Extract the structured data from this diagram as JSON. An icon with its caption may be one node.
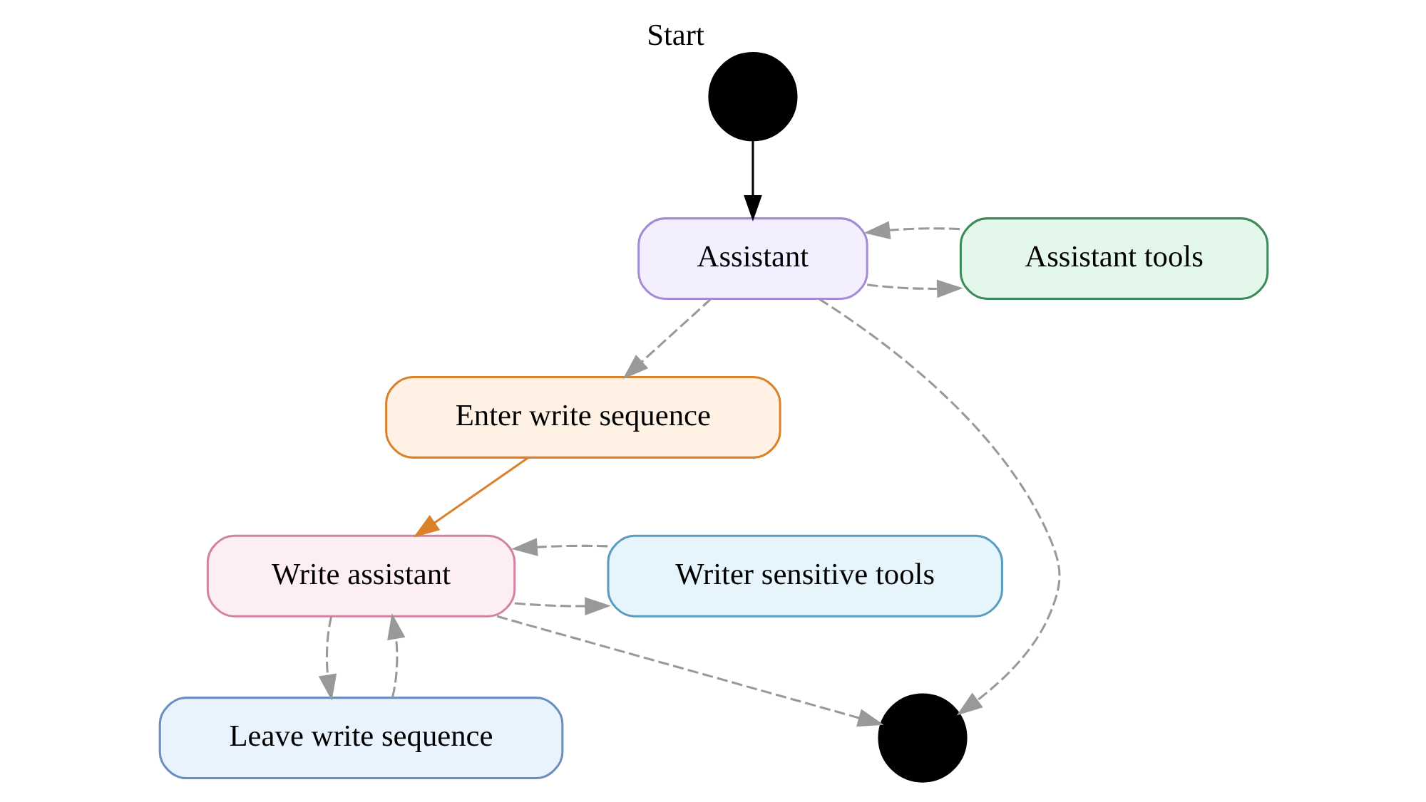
{
  "diagram": {
    "nodes": [
      {
        "text": [
          "Start"
        ]
      },
      {
        "text": [
          "Assistant tools"
        ]
      },
      {
        "text": [
          "Assistant"
        ]
      },
      {
        "text": [
          "Enter write sequence"
        ]
      },
      {
        "text": [
          "Writer sensitive tools"
        ]
      },
      {
        "text": [
          "Write assistant"
        ]
      },
      {
        "text": [
          "Leave write sequence"
        ]
      },
      {
        "text": [],
        "shape": "circle"
      }
    ],
    "edges": [
      {
        "from": 0,
        "to": 2,
        "arrow": "to",
        "color": "#000000"
      },
      {
        "from": 2,
        "to": 1,
        "arrow": "to",
        "style": "dashed"
      },
      {
        "from": 1,
        "to": 2,
        "arrow": "to",
        "style": "dashed"
      },
      {
        "from": 2,
        "to": 3,
        "arrow": "to",
        "style": "dashed"
      },
      {
        "from": 2,
        "to": 7,
        "arrow": "to",
        "style": "dashed"
      },
      {
        "from": 3,
        "to": 5,
        "arrow": "to",
        "color": "#d9822b"
      },
      {
        "from": 5,
        "to": 4,
        "arrow": "to",
        "style": "dashed"
      },
      {
        "from": 4,
        "to": 5,
        "arrow": "to",
        "style": "dashed"
      },
      {
        "from": 5,
        "to": 6,
        "arrow": "to",
        "style": "dashed"
      },
      {
        "from": 6,
        "to": 5,
        "arrow": "to",
        "style": "dashed"
      },
      {
        "from": 5,
        "to": 7,
        "arrow": "to",
        "style": "dashed"
      }
    ]
  }
}
